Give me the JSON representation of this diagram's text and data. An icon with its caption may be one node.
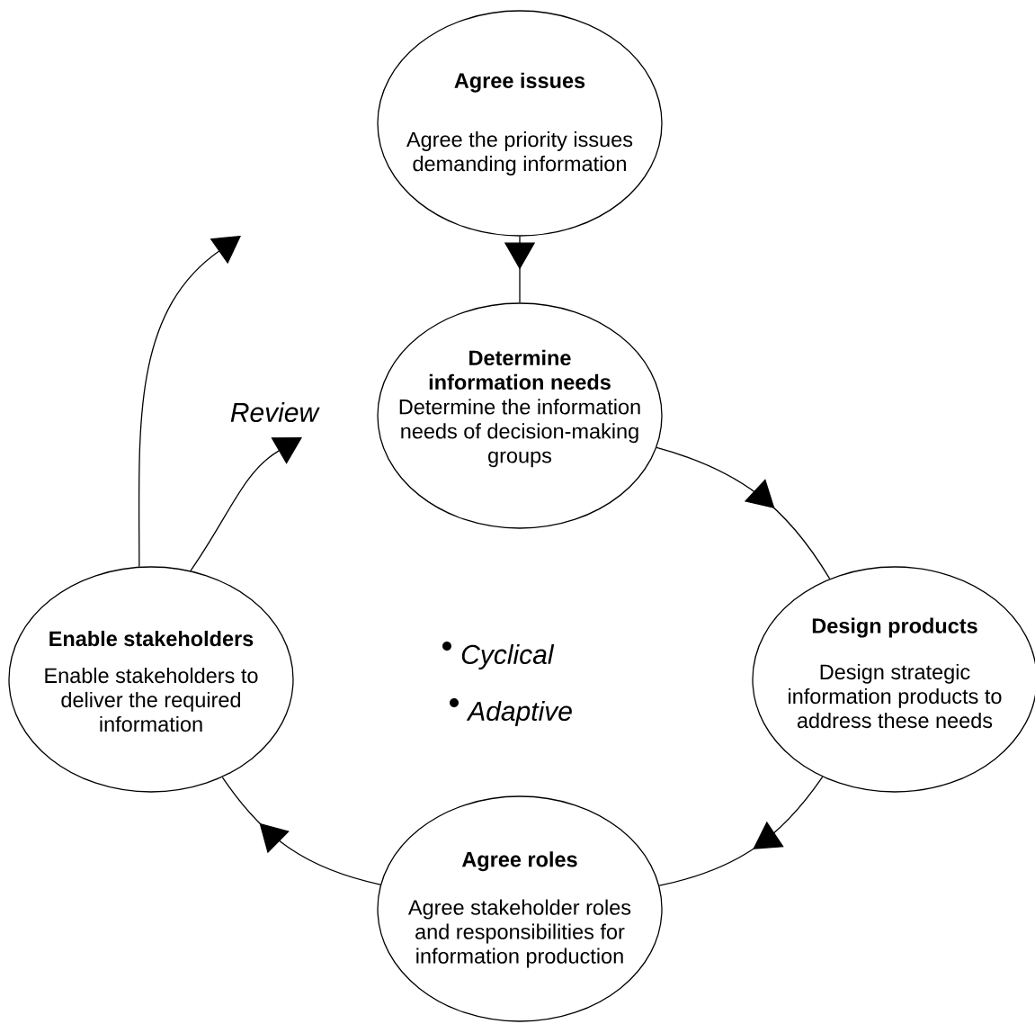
{
  "diagram": {
    "nodes": [
      {
        "text": [
          "Agree issues",
          "Agree the priority issues demanding information"
        ]
      },
      {
        "text": [
          "Determine information needs",
          "Determine the information needs of decision-making groups"
        ]
      },
      {
        "text": [
          "Design products",
          "Design strategic information products to address these needs"
        ]
      },
      {
        "text": [
          "Agree roles",
          "Agree stakeholder roles and responsibilities for information production"
        ]
      },
      {
        "text": [
          "Enable stakeholders",
          "Enable stakeholders to deliver the required information"
        ]
      }
    ],
    "edges": [
      {
        "from": 0,
        "to": 1,
        "arrow": "to"
      },
      {
        "from": 1,
        "to": 2,
        "arrow": "to"
      },
      {
        "from": 2,
        "to": 3,
        "arrow": "to"
      },
      {
        "from": 3,
        "to": 4,
        "arrow": "to"
      },
      {
        "from": 4,
        "to": null,
        "arrow": "to"
      },
      {
        "from": 4,
        "to": null,
        "arrow": "to"
      }
    ],
    "labels": [
      "Review",
      "Cyclical",
      "Adaptive"
    ]
  }
}
